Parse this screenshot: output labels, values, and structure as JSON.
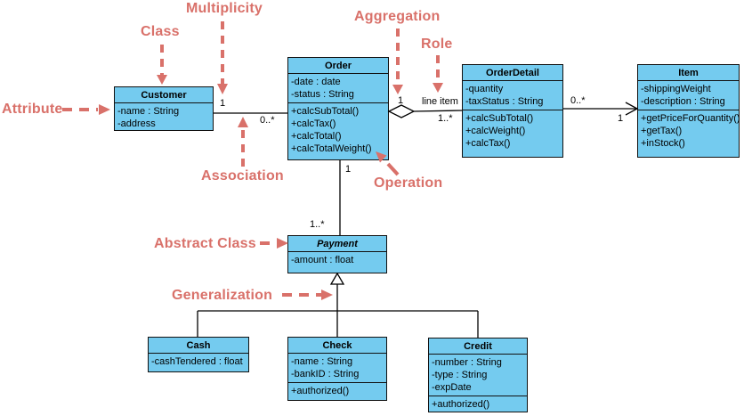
{
  "diagram_type": "uml-class-diagram",
  "classes": [
    {
      "name": "Customer",
      "abstract": false,
      "attributes": [
        "-name : String",
        "-address"
      ],
      "operations": []
    },
    {
      "name": "Order",
      "abstract": false,
      "attributes": [
        "-date : date",
        "-status : String"
      ],
      "operations": [
        "+calcSubTotal()",
        "+calcTax()",
        "+calcTotal()",
        "+calcTotalWeight()"
      ]
    },
    {
      "name": "OrderDetail",
      "abstract": false,
      "attributes": [
        "-quantity",
        "-taxStatus : String"
      ],
      "operations": [
        "+calcSubTotal()",
        "+calcWeight()",
        "+calcTax()"
      ]
    },
    {
      "name": "Item",
      "abstract": false,
      "attributes": [
        "-shippingWeight",
        "-description : String"
      ],
      "operations": [
        "+getPriceForQuantity()",
        "+getTax()",
        "+inStock()"
      ]
    },
    {
      "name": "Payment",
      "abstract": true,
      "attributes": [
        "-amount : float"
      ],
      "operations": []
    },
    {
      "name": "Cash",
      "abstract": false,
      "attributes": [
        "-cashTendered : float"
      ],
      "operations": []
    },
    {
      "name": "Check",
      "abstract": false,
      "attributes": [
        "-name : String",
        "-bankID : String"
      ],
      "operations": [
        "+authorized()"
      ]
    },
    {
      "name": "Credit",
      "abstract": false,
      "attributes": [
        "-number : String",
        "-type : String",
        "-expDate"
      ],
      "operations": [
        "+authorized()"
      ]
    }
  ],
  "relationships": [
    {
      "type": "association",
      "from": "Customer",
      "to": "Order",
      "from_mult": "1",
      "to_mult": "0..*"
    },
    {
      "type": "aggregation",
      "from": "Order",
      "to": "OrderDetail",
      "from_mult": "1",
      "role": "line item",
      "to_mult": "1..*"
    },
    {
      "type": "directed-association",
      "from": "OrderDetail",
      "to": "Item",
      "from_mult": "0..*",
      "to_mult": "1"
    },
    {
      "type": "association",
      "from": "Order",
      "to": "Payment",
      "from_mult": "1",
      "to_mult": "1..*"
    },
    {
      "type": "generalization",
      "from": "Payment",
      "to": "Cash, Check, Credit"
    }
  ],
  "annotations": [
    {
      "label": "Multiplicity"
    },
    {
      "label": "Class"
    },
    {
      "label": "Aggregation"
    },
    {
      "label": "Role"
    },
    {
      "label": "Attribute"
    },
    {
      "label": "Association"
    },
    {
      "label": "Operation"
    },
    {
      "label": "Abstract Class"
    },
    {
      "label": "Generalization"
    }
  ],
  "colors": {
    "class_fill": "#74CBEF",
    "class_border": "#111111",
    "connector": "#000000",
    "annotation": "#D9716A",
    "background": "#FFFFFF"
  }
}
